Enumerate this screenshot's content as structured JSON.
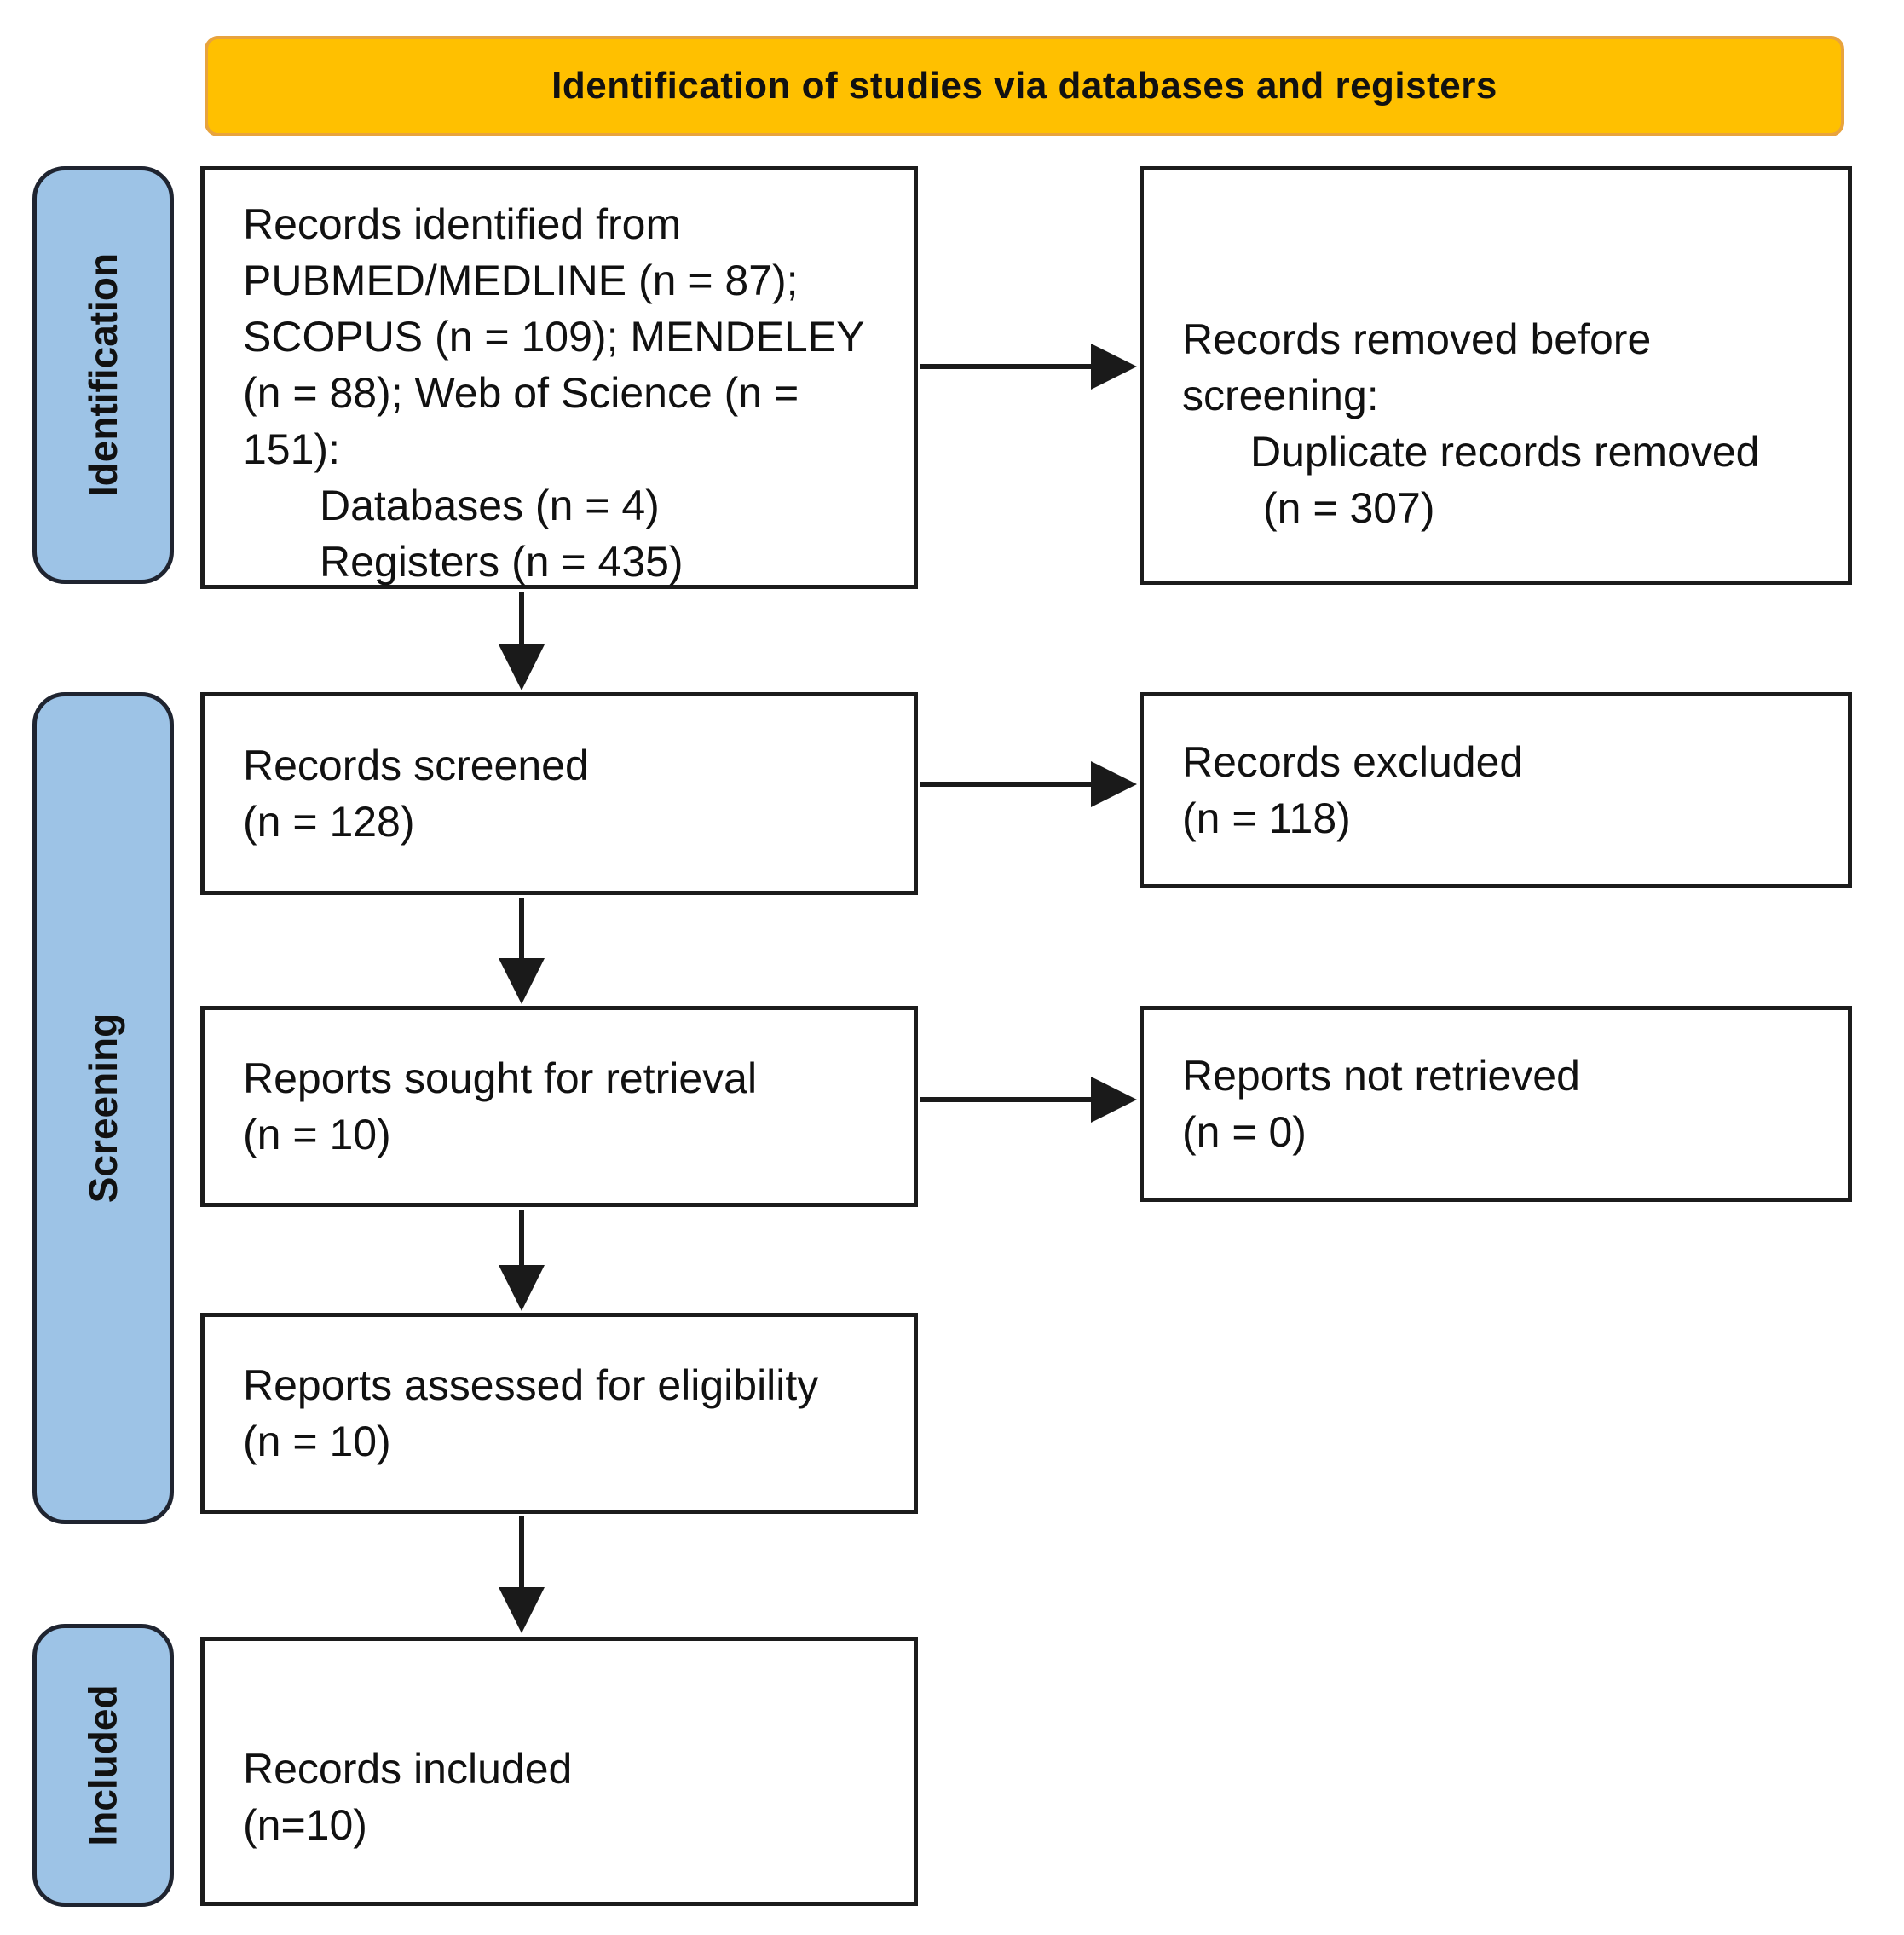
{
  "header": {
    "title": "Identification of studies via databases and registers"
  },
  "stages": {
    "identification": "Identification",
    "screening": "Screening",
    "included": "Included"
  },
  "boxes": {
    "identified": {
      "main": "Records identified from PUBMED/MEDLINE (n = 87); SCOPUS (n = 109); MENDELEY (n = 88); Web of Science (n = 151):",
      "sub1": "Databases (n = 4)",
      "sub2": "Registers (n = 435)"
    },
    "removed": {
      "main": "Records removed before screening:",
      "sub1": "Duplicate records removed",
      "sub2": "(n = 307)"
    },
    "screened": {
      "line1": "Records screened",
      "line2": "(n = 128)"
    },
    "excluded": {
      "line1": "Records excluded",
      "line2": "(n = 118)"
    },
    "sought": {
      "line1": "Reports sought for retrieval",
      "line2": "(n = 10)"
    },
    "not_retrieved": {
      "line1": "Reports not retrieved",
      "line2": "(n = 0)"
    },
    "assessed": {
      "line1": "Reports assessed for eligibility",
      "line2": "(n = 10)"
    },
    "included": {
      "line1": "Records included",
      "line2": "(n=10)"
    }
  },
  "colors": {
    "banner_fill": "#FFC000",
    "banner_border": "#E8A33D",
    "stage_fill": "#9DC3E6",
    "box_border": "#1C1C1C",
    "arrow": "#1A1A1A"
  }
}
